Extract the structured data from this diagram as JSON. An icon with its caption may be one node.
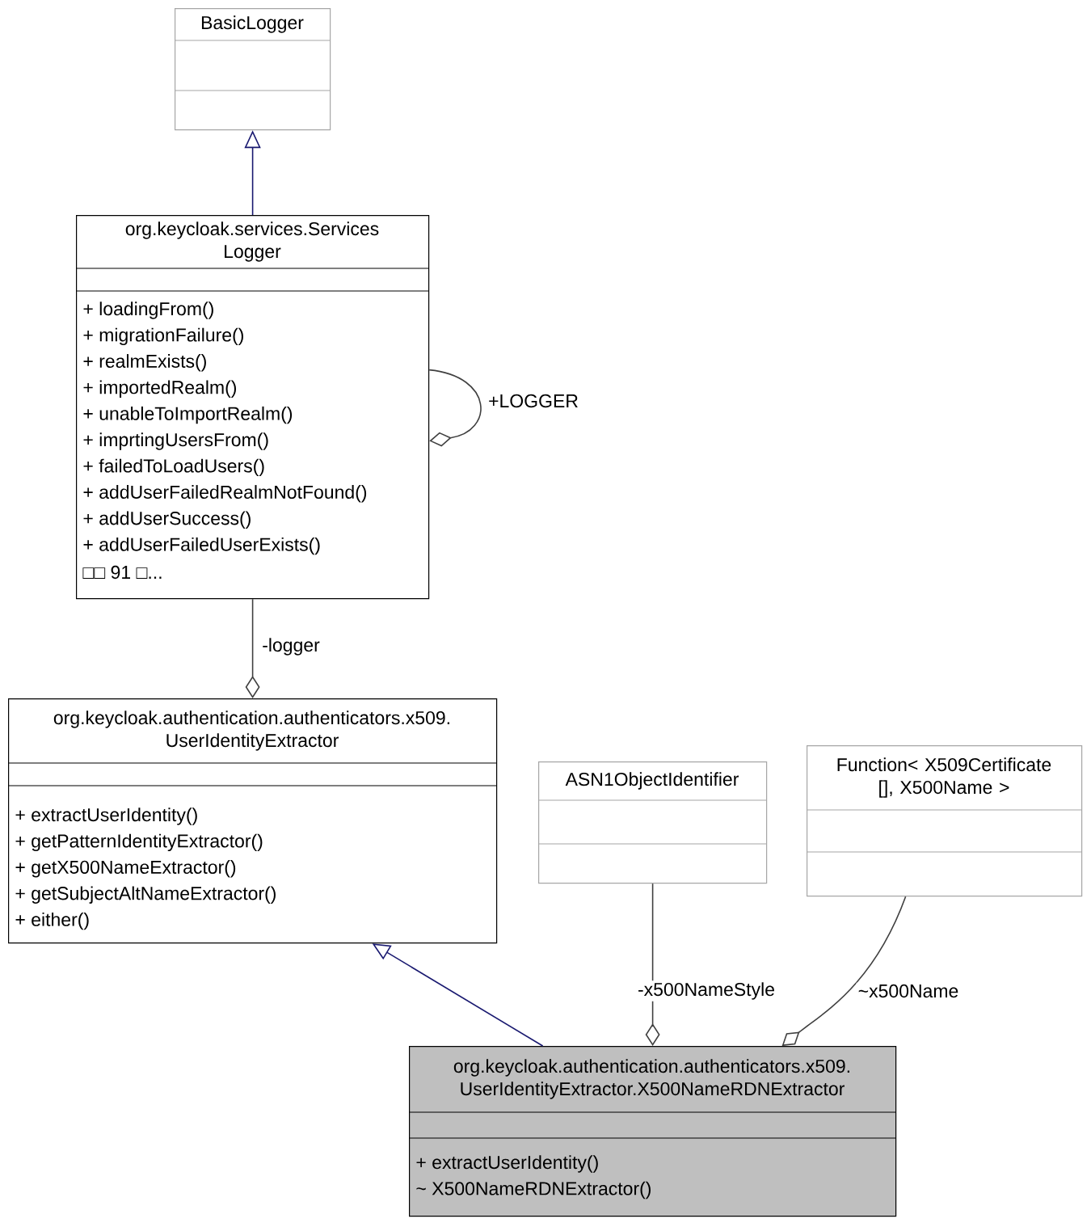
{
  "diagram": {
    "nodes": [
      {
        "text": [
          "BasicLogger"
        ]
      },
      {
        "text": [
          "org.keycloak.services.Services Logger",
          "+ loadingFrom()",
          "+ migrationFailure()",
          "+ realmExists()",
          "+ importedRealm()",
          "+ unableToImportRealm()",
          "+ imprtingUsersFrom()",
          "+ failedToLoadUsers()",
          "+ addUserFailedRealmNotFound()",
          "+ addUserSuccess()",
          "+ addUserFailedUserExists()",
          "□□ 91 □..."
        ]
      },
      {
        "text": [
          "org.keycloak.authentication.authenticators.x509. UserIdentityExtractor",
          "+ extractUserIdentity()",
          "+ getPatternIdentityExtractor()",
          "+ getX500NameExtractor()",
          "+ getSubjectAltNameExtractor()",
          "+ either()"
        ]
      },
      {
        "text": [
          "ASN1ObjectIdentifier"
        ]
      },
      {
        "text": [
          "Function< X509Certificate [], X500Name >"
        ]
      },
      {
        "text": [
          "org.keycloak.authentication.authenticators.x509. UserIdentityExtractor.X500NameRDNExtractor",
          "+ extractUserIdentity()",
          "~ X500NameRDNExtractor()"
        ]
      }
    ],
    "edges": [
      {
        "from": 1,
        "to": 0,
        "arrow": "to",
        "color": "#191970"
      },
      {
        "from": 1,
        "to": 1,
        "arrow": "other",
        "label": "+LOGGER"
      },
      {
        "from": 1,
        "to": 2,
        "arrow": "other",
        "label": "-logger"
      },
      {
        "from": 5,
        "to": 2,
        "arrow": "to",
        "color": "#191970"
      },
      {
        "from": 3,
        "to": 5,
        "arrow": "other",
        "label": "-x500NameStyle"
      },
      {
        "from": 4,
        "to": 5,
        "arrow": "other",
        "label": "~x500Name"
      }
    ]
  }
}
